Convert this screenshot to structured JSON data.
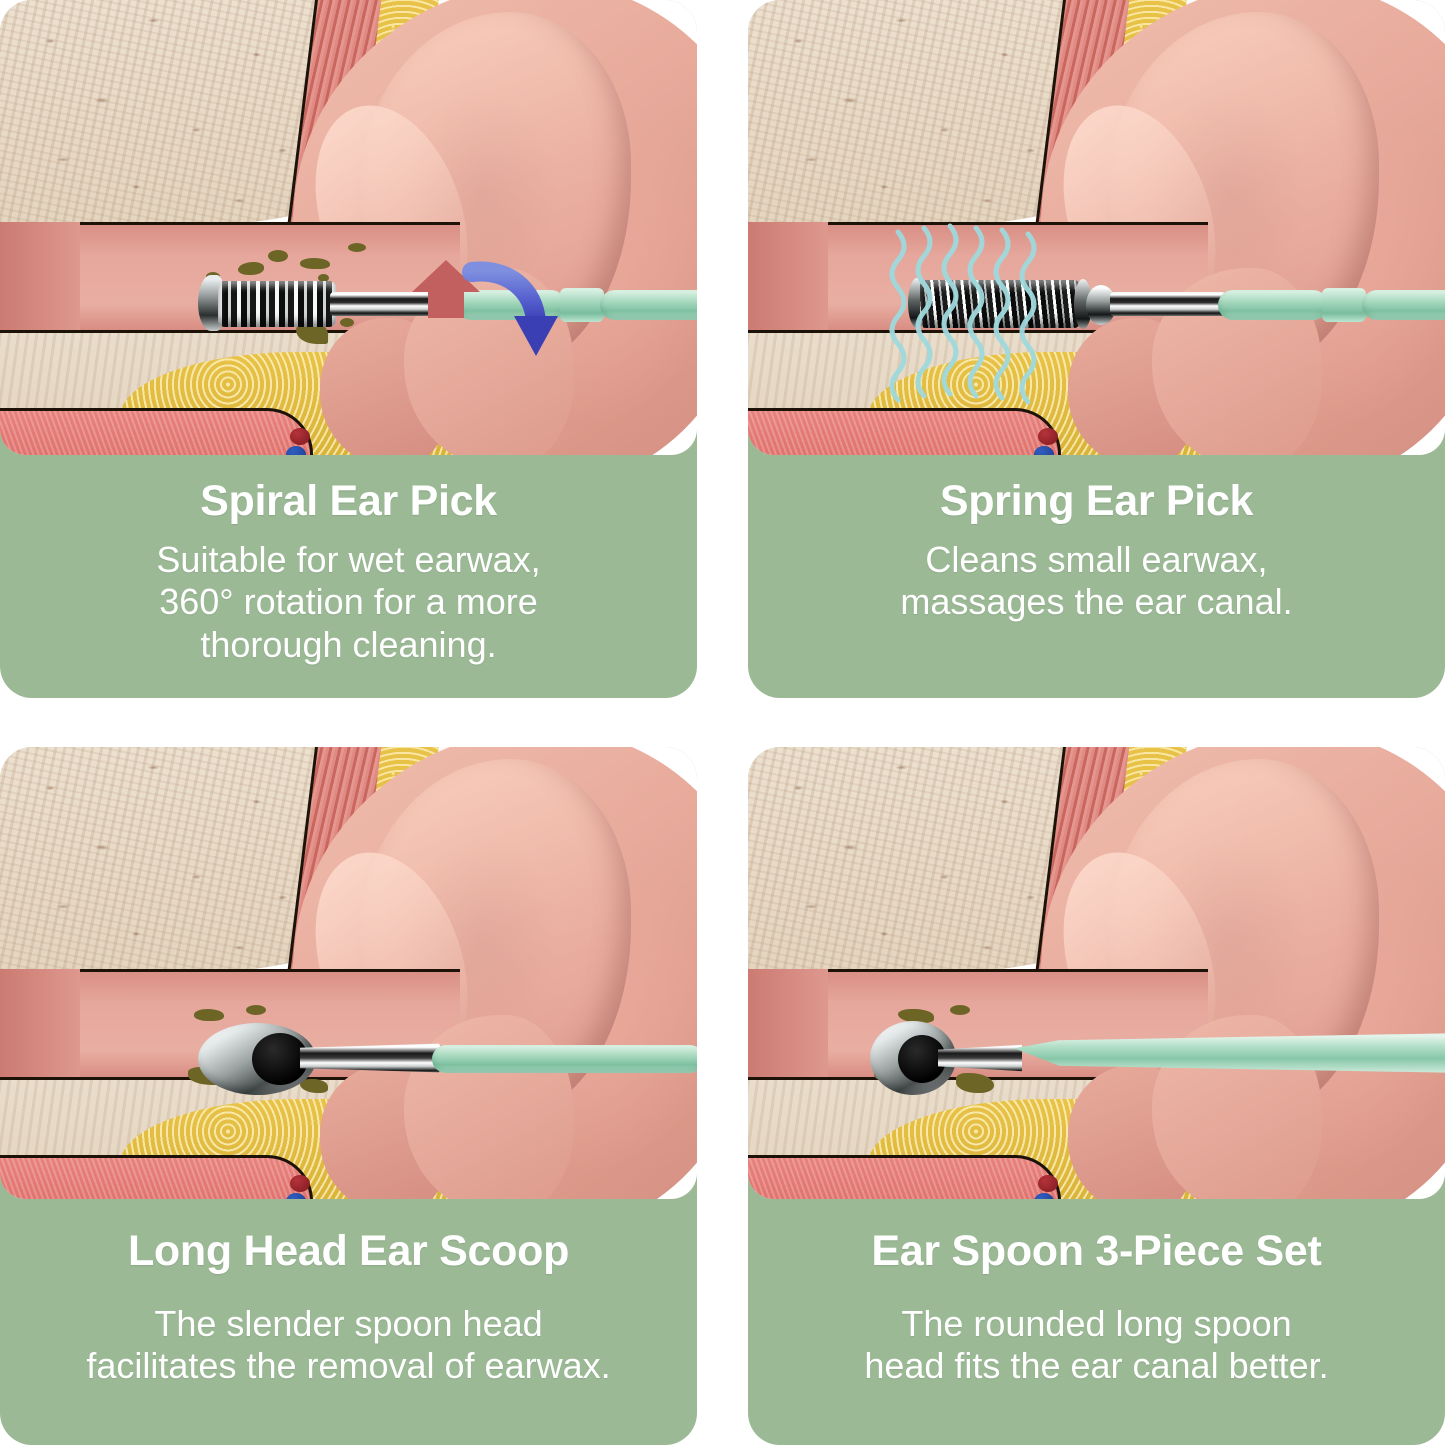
{
  "theme": {
    "card_background": "#9cb996",
    "page_background": "#ffffff",
    "text_color": "#ffffff",
    "handle_mint": "#aedcc3",
    "wax_color": "#6c6526",
    "arrow_up_color": "#c1605f",
    "arrow_rotate_color": "#4a52c8",
    "vibration_color": "#9fd9dd"
  },
  "cards": [
    {
      "id": "spiral-ear-pick",
      "title": "Spiral Ear Pick",
      "description": "Suitable for wet earwax,\n360° rotation for a more\nthorough cleaning.",
      "illustration": {
        "name": "ear-canal-cross-section-with-spiral-pick",
        "tool": "spiral ear pick",
        "annotations": [
          "upward-arrow",
          "rotation-arrow"
        ]
      }
    },
    {
      "id": "spring-ear-pick",
      "title": "Spring Ear Pick",
      "description": "Cleans small earwax,\nmassages the ear canal.",
      "illustration": {
        "name": "ear-canal-cross-section-with-spring-pick",
        "tool": "spring ear pick",
        "annotations": [
          "vibration-waves"
        ]
      }
    },
    {
      "id": "long-head-ear-scoop",
      "title": "Long Head Ear Scoop",
      "description": "The slender spoon head\nfacilitates the removal of earwax.",
      "illustration": {
        "name": "ear-canal-cross-section-with-long-scoop",
        "tool": "long head ear scoop",
        "annotations": []
      }
    },
    {
      "id": "ear-spoon-3-piece-set",
      "title": "Ear Spoon 3-Piece Set",
      "description": "The rounded long spoon\nhead fits the ear canal better.",
      "illustration": {
        "name": "ear-canal-cross-section-with-rounded-spoon",
        "tool": "ear spoon",
        "annotations": []
      }
    }
  ]
}
